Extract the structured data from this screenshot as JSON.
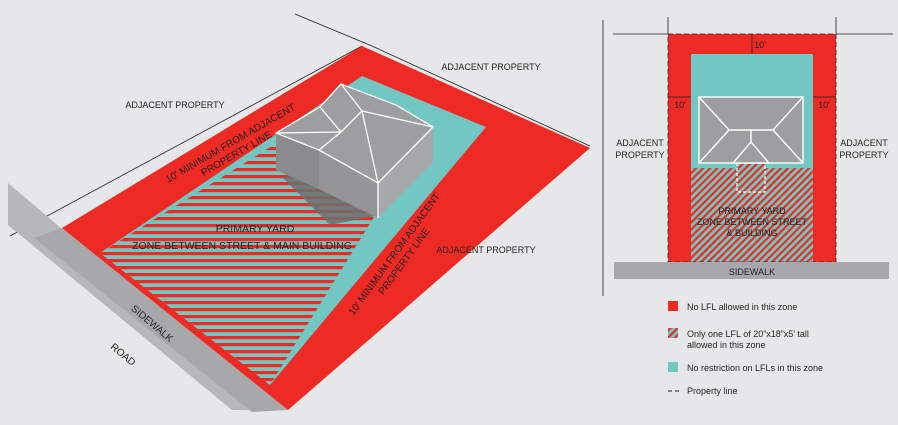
{
  "colors": {
    "background": "#e6e7e8",
    "no_lfl_red": "#ee2a24",
    "no_restriction_teal": "#73c7c2",
    "hatch_stripe": "#ee2a24",
    "building_gray": "#9d9e9f",
    "sidewalk_gray": "#a7a8aa",
    "road_gray": "#b6b7b9",
    "text": "#231f20"
  },
  "perspective": {
    "adjacent_property_left": "ADJACENT PROPERTY",
    "adjacent_property_top": "ADJACENT PROPERTY",
    "adjacent_property_right": "ADJACENT PROPERTY",
    "setback_left_line1": "10' MINIMUM FROM ADJACENT",
    "setback_left_line2": "PROPERTY LINE",
    "setback_right_line1": "10' MINIMUM FROM ADJACENT",
    "setback_right_line2": "PROPERTY LINE",
    "primary_yard_line1": "PRIMARY YARD",
    "primary_yard_line2": "ZONE BETWEEN STREET & MAIN BUILDING",
    "sidewalk": "SIDEWALK",
    "road": "ROAD"
  },
  "plan": {
    "setback_top": "10'",
    "setback_left": "10'",
    "setback_right": "10'",
    "adjacent_left_line1": "ADJACENT",
    "adjacent_left_line2": "PROPERTY",
    "adjacent_right_line1": "ADJACENT",
    "adjacent_right_line2": "PROPERTY",
    "primary_yard_line1": "PRIMARY YARD",
    "primary_yard_line2": "ZONE BETWEEN STREET",
    "primary_yard_line3": "& BUILDING",
    "sidewalk": "SIDEWALK"
  },
  "legend": {
    "items": [
      {
        "icon": "red-square",
        "label_line1": "No LFL allowed in this zone",
        "label_line2": ""
      },
      {
        "icon": "hatched-square",
        "label_line1": "Only one LFL of 20”x18”x5’ tall",
        "label_line2": "allowed in this zone"
      },
      {
        "icon": "teal-square",
        "label_line1": "No restriction on LFLs in this zone",
        "label_line2": ""
      },
      {
        "icon": "dashed-line",
        "label_line1": "Property line",
        "label_line2": ""
      }
    ]
  }
}
